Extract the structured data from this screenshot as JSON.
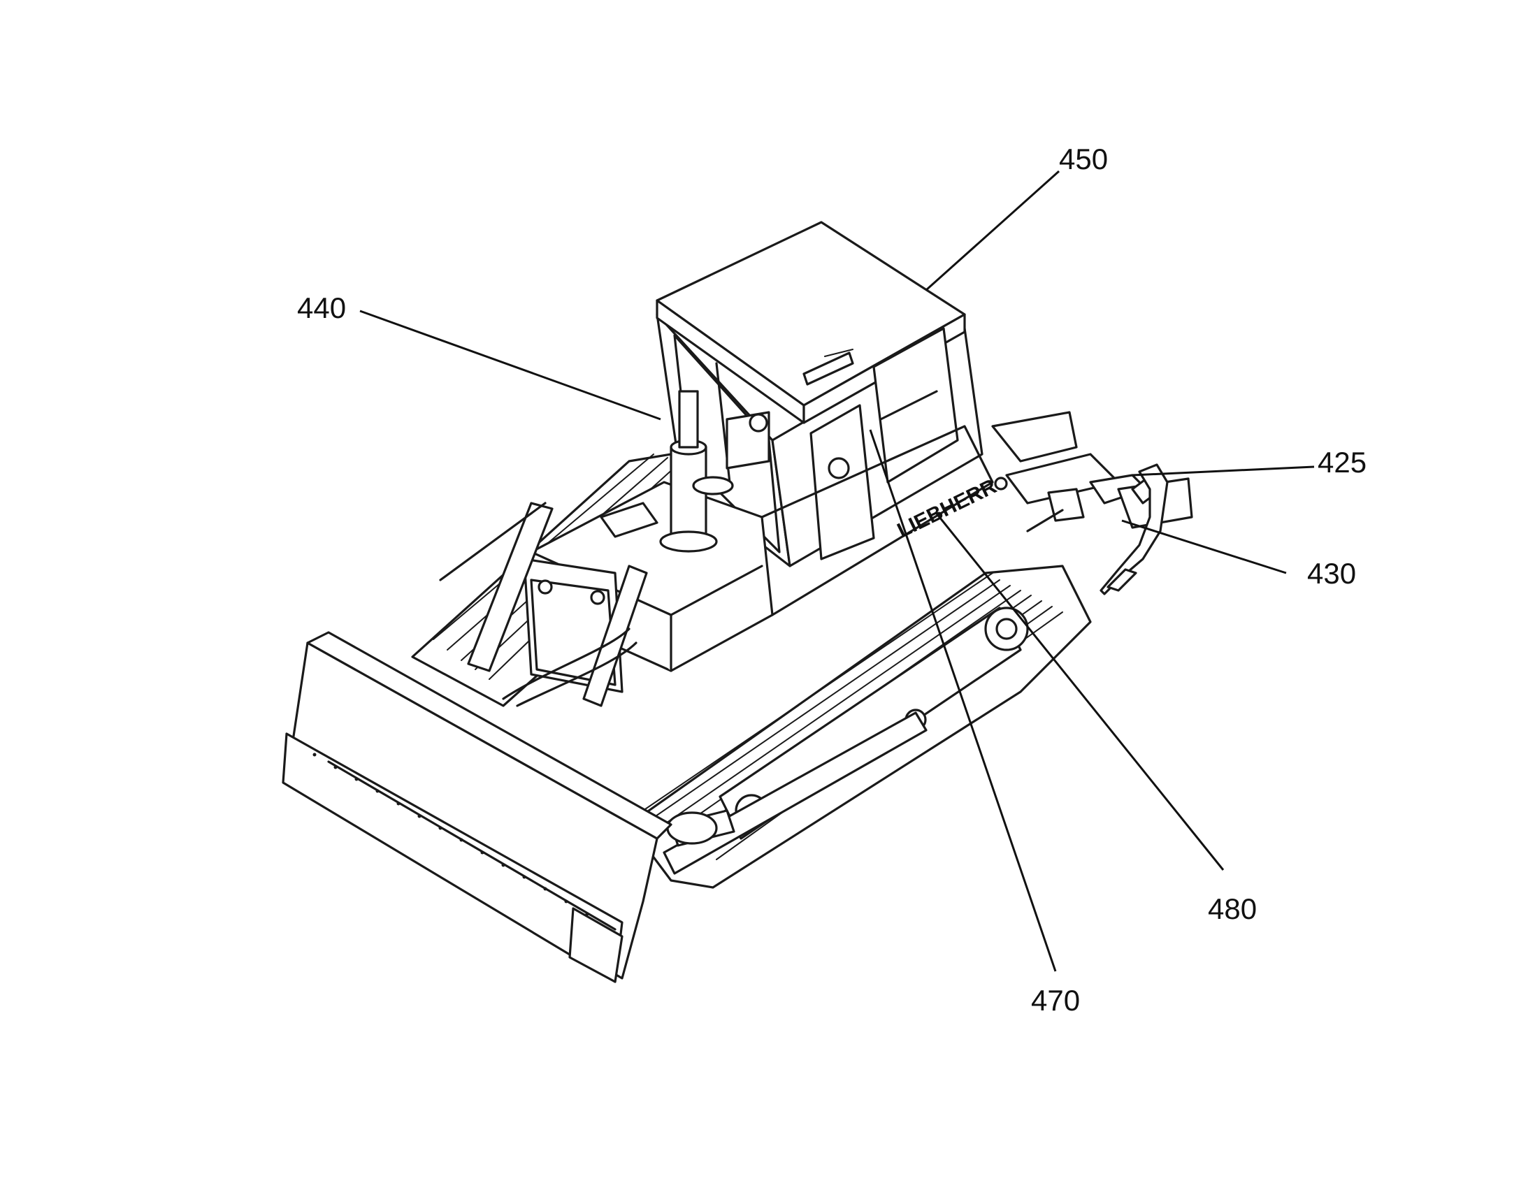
{
  "figure": {
    "subject": "tracked-bulldozer-with-blade-and-ripper",
    "brand_marking": "LIEBHERR",
    "reference_numerals": [
      {
        "id": "ref-450",
        "text": "450",
        "target": "cab-roof"
      },
      {
        "id": "ref-440",
        "text": "440",
        "target": "exhaust-stack"
      },
      {
        "id": "ref-425",
        "text": "425",
        "target": "ripper-mount-sensor"
      },
      {
        "id": "ref-430",
        "text": "430",
        "target": "ripper-shank"
      },
      {
        "id": "ref-480",
        "text": "480",
        "target": "track-roller-frame"
      },
      {
        "id": "ref-470",
        "text": "470",
        "target": "side-housing"
      }
    ]
  },
  "colors": {
    "ink": "#1a1a1a",
    "paper": "#ffffff"
  }
}
